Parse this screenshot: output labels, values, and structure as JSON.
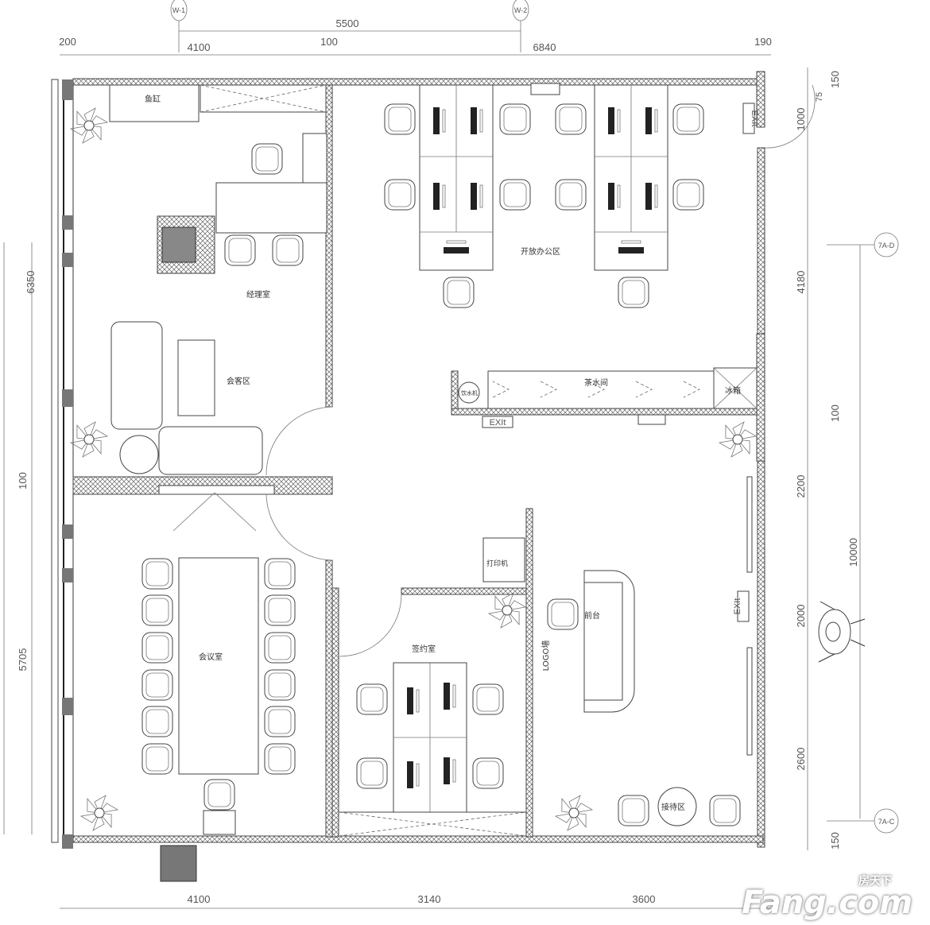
{
  "axes": {
    "top": [
      "W-1",
      "W-2"
    ],
    "right": [
      "7A-D",
      "7A-C"
    ]
  },
  "dimensions": {
    "top_overall": "5500",
    "top": [
      "200",
      "4100",
      "100",
      "6840",
      "190"
    ],
    "bottom": [
      "4100",
      "3140",
      "3600"
    ],
    "left": [
      "6350",
      "100",
      "5705"
    ],
    "right": [
      "150",
      "1000",
      "4180",
      "100",
      "2200",
      "2000",
      "2600",
      "150"
    ],
    "right_overall": "10000",
    "door_small": "75"
  },
  "rooms": {
    "fish_tank": "鱼缸",
    "manager_office": "经理室",
    "lounge": "会客区",
    "open_office": "开放办公区",
    "water_dispenser": "饮水机",
    "pantry": "茶水间",
    "fridge": "冰箱",
    "printer": "打印机",
    "reception_desk": "前台",
    "contract_room": "签约室",
    "meeting_room": "会议室",
    "waiting_area": "接待区",
    "logo_wall": "LOGO墙"
  },
  "exits": [
    "EXIt",
    "EXIt",
    "EXIt"
  ],
  "watermark": {
    "cn": "房天下",
    "en": "Fang.com"
  }
}
